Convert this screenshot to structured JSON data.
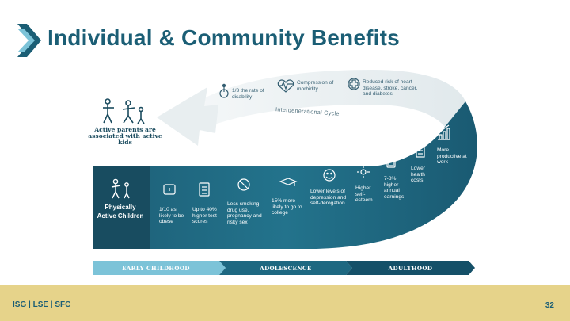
{
  "title": "Individual & Community Benefits",
  "top_benefits": [
    {
      "icon": "wheelchair-icon",
      "text": "1/3 the rate of disability"
    },
    {
      "icon": "heart-pulse-icon",
      "text": "Compression of morbidity"
    },
    {
      "icon": "medical-cross-icon",
      "text": "Reduced risk of heart disease, stroke, cancer, and diabetes"
    }
  ],
  "cycle_label": "Intergenerational Cycle",
  "parents_label": "Active parents are associated with active kids",
  "children_label": "Physically Active Children",
  "benefits": [
    {
      "icon": "scale-icon",
      "text": "1/10 as likely to be obese"
    },
    {
      "icon": "checklist-icon",
      "text": "Up to 40% higher test scores"
    },
    {
      "icon": "no-smoking-icon",
      "text": "Less smoking, drug use, pregnancy and risky sex"
    },
    {
      "icon": "graduation-cap-icon",
      "text": "15% more likely to go to college"
    },
    {
      "icon": "smiley-icon",
      "text": "Lower levels of depression and self-derogation"
    },
    {
      "icon": "star-burst-icon",
      "text": "Higher self-esteem"
    },
    {
      "icon": "money-icon",
      "text": "7-8% higher annual earnings"
    },
    {
      "icon": "receipt-icon",
      "text": "Lower health costs"
    },
    {
      "icon": "bar-chart-icon",
      "text": "More productive at work"
    }
  ],
  "stages": [
    "EARLY CHILDHOOD",
    "ADOLESCENCE",
    "ADULTHOOD"
  ],
  "footer": {
    "left": "ISG  |  LSE  |  SFC",
    "page": "32"
  },
  "colors": {
    "brand": "#1b5e75",
    "footer": "#e6d38a",
    "light_band": "#7cc3d8",
    "mid_band": "#1e6881",
    "dark_band": "#155068"
  }
}
